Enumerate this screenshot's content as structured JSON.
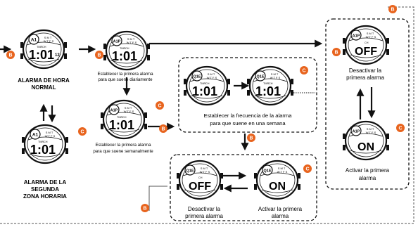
{
  "buttons": {
    "b": "B",
    "c": "C",
    "orange": "#e8641e"
  },
  "watch": {
    "mode_a1": "A1",
    "mode_a1p": "A1P",
    "mode_q1e": "Q1E",
    "tmr": "TMR",
    "ch": "CH",
    "days_row1": "S M T",
    "days_row2": "W T F S",
    "time": "1:01",
    "off": "OFF",
    "on": "ON",
    "small_time": "12"
  },
  "labels": {
    "alarma_hora_normal_1": "ALARMA DE HORA",
    "alarma_hora_normal_2": "NORMAL",
    "segunda_zona_1": "ALARMA DE LA",
    "segunda_zona_2": "SEGUNDA",
    "segunda_zona_3": "ZONA HORARIA",
    "diaria_1": "Establecer la primera alarma",
    "diaria_2": "para que suene diariamente",
    "semanal_1": "Establecer la primera alarma",
    "semanal_2": "para que suene semanalmente",
    "frecuencia_1": "Establecer la frecuencia de la alarma",
    "frecuencia_2": "para que suene en una semana",
    "desactivar_right_1": "Desactivar la",
    "desactivar_right_2": "primera alarma",
    "activar_right_1": "Activar la primera",
    "activar_right_2": "alarma",
    "desactivar_bottom_1": "Desactivar la",
    "desactivar_bottom_2": "primera alarma",
    "activar_bottom_1": "Activar la primera",
    "activar_bottom_2": "alarma"
  }
}
